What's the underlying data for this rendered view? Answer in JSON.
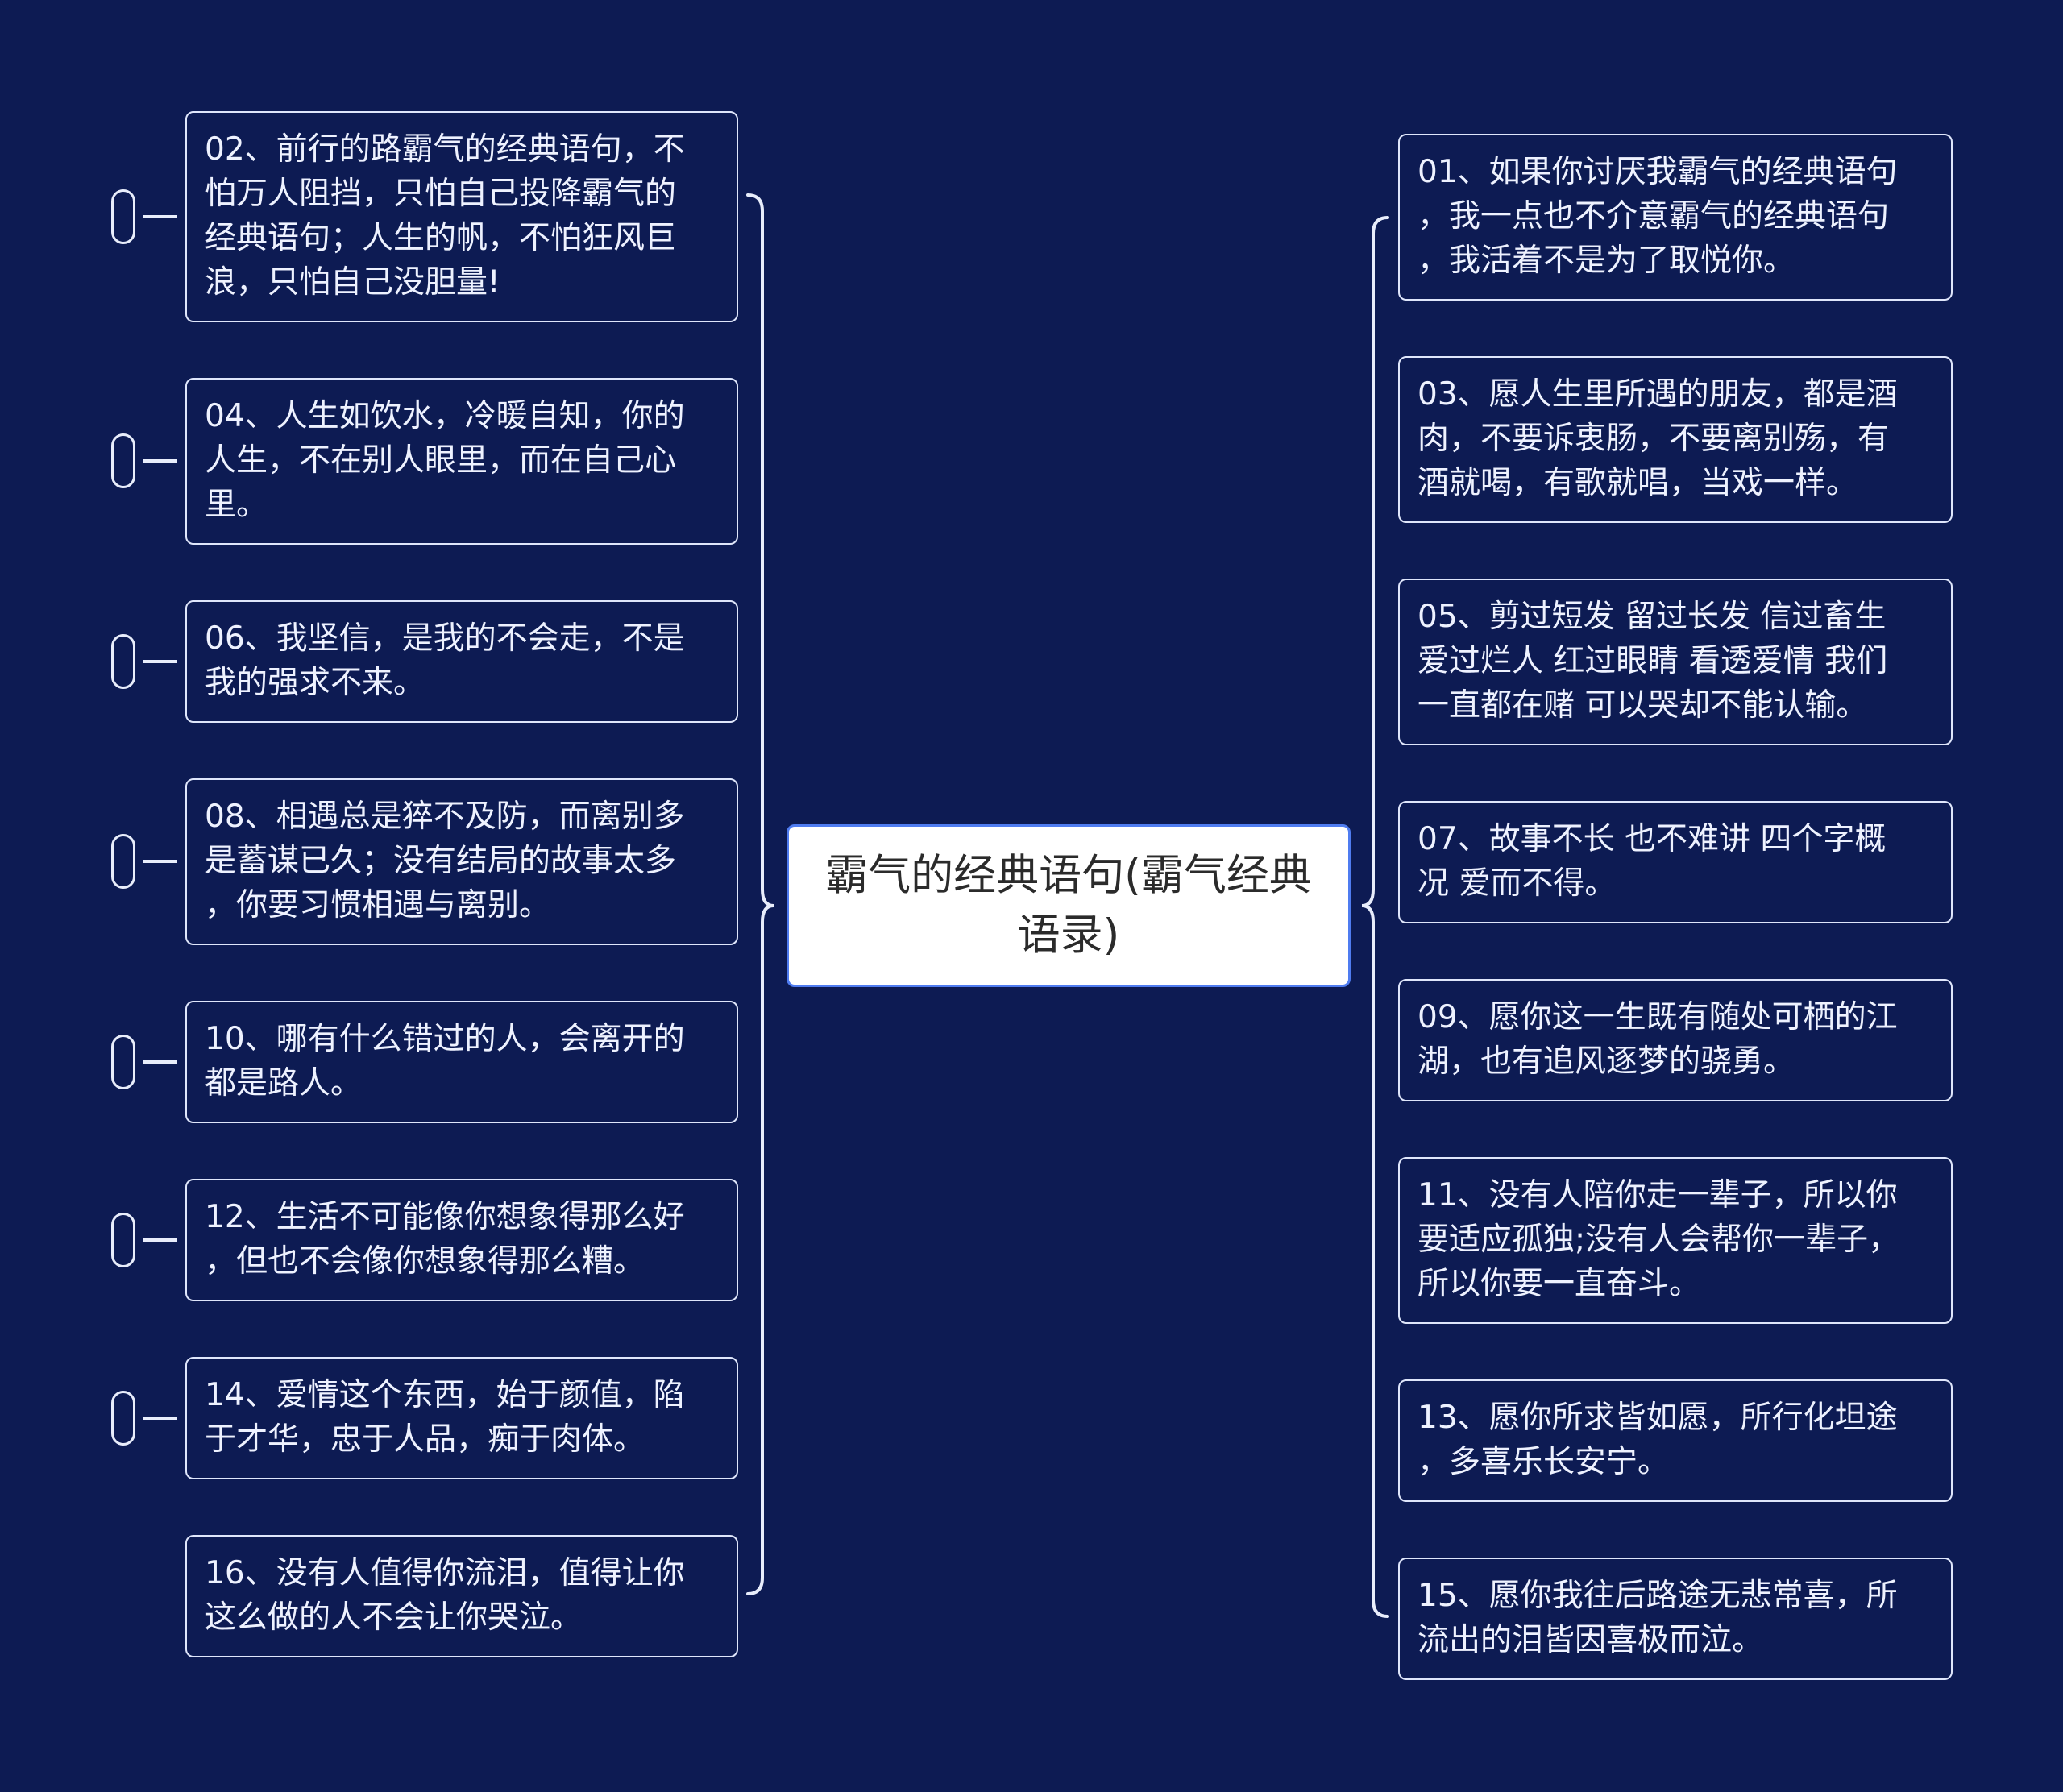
{
  "root": {
    "title": "霸气的经典语句(霸气经典\n语录)"
  },
  "left_branches": [
    {
      "text": "02、前行的路霸气的经典语句，不\n怕万人阻挡，只怕自己投降霸气的\n经典语句；人生的帆，不怕狂风巨\n浪，只怕自己没胆量!",
      "collapsible": true
    },
    {
      "text": "04、人生如饮水，冷暖自知，你的\n人生，不在别人眼里，而在自己心\n里。",
      "collapsible": true
    },
    {
      "text": "06、我坚信，是我的不会走，不是\n我的强求不来。",
      "collapsible": true
    },
    {
      "text": "08、相遇总是猝不及防，而离别多\n是蓄谋已久；没有结局的故事太多\n，你要习惯相遇与离别。",
      "collapsible": true
    },
    {
      "text": "10、哪有什么错过的人，会离开的\n都是路人。",
      "collapsible": true
    },
    {
      "text": "12、生活不可能像你想象得那么好\n，但也不会像你想象得那么糟。",
      "collapsible": true
    },
    {
      "text": "14、爱情这个东西，始于颜值，陷\n于才华，忠于人品，痴于肉体。",
      "collapsible": true
    },
    {
      "text": "16、没有人值得你流泪，值得让你\n这么做的人不会让你哭泣。",
      "collapsible": false
    }
  ],
  "right_branches": [
    {
      "text": "01、如果你讨厌我霸气的经典语句\n，我一点也不介意霸气的经典语句\n，我活着不是为了取悦你。"
    },
    {
      "text": "03、愿人生里所遇的朋友，都是酒\n肉，不要诉衷肠，不要离别殇，有\n酒就喝，有歌就唱，当戏一样。"
    },
    {
      "text": "05、剪过短发 留过长发 信过畜生\n爱过烂人 红过眼睛 看透爱情 我们\n一直都在赌 可以哭却不能认输。"
    },
    {
      "text": "07、故事不长 也不难讲 四个字概\n况 爱而不得。"
    },
    {
      "text": "09、愿你这一生既有随处可栖的江\n湖，也有追风逐梦的骁勇。"
    },
    {
      "text": "11、没有人陪你走一辈子，所以你\n要适应孤独;没有人会帮你一辈子，\n所以你要一直奋斗。"
    },
    {
      "text": "13、愿你所求皆如愿，所行化坦途\n，多喜乐长安宁。"
    },
    {
      "text": "15、愿你我往后路途无悲常喜，所\n流出的泪皆因喜极而泣。"
    }
  ],
  "colors": {
    "background": "#0d1b53",
    "line": "#e8edfb",
    "root_border": "#4f7cf0"
  }
}
